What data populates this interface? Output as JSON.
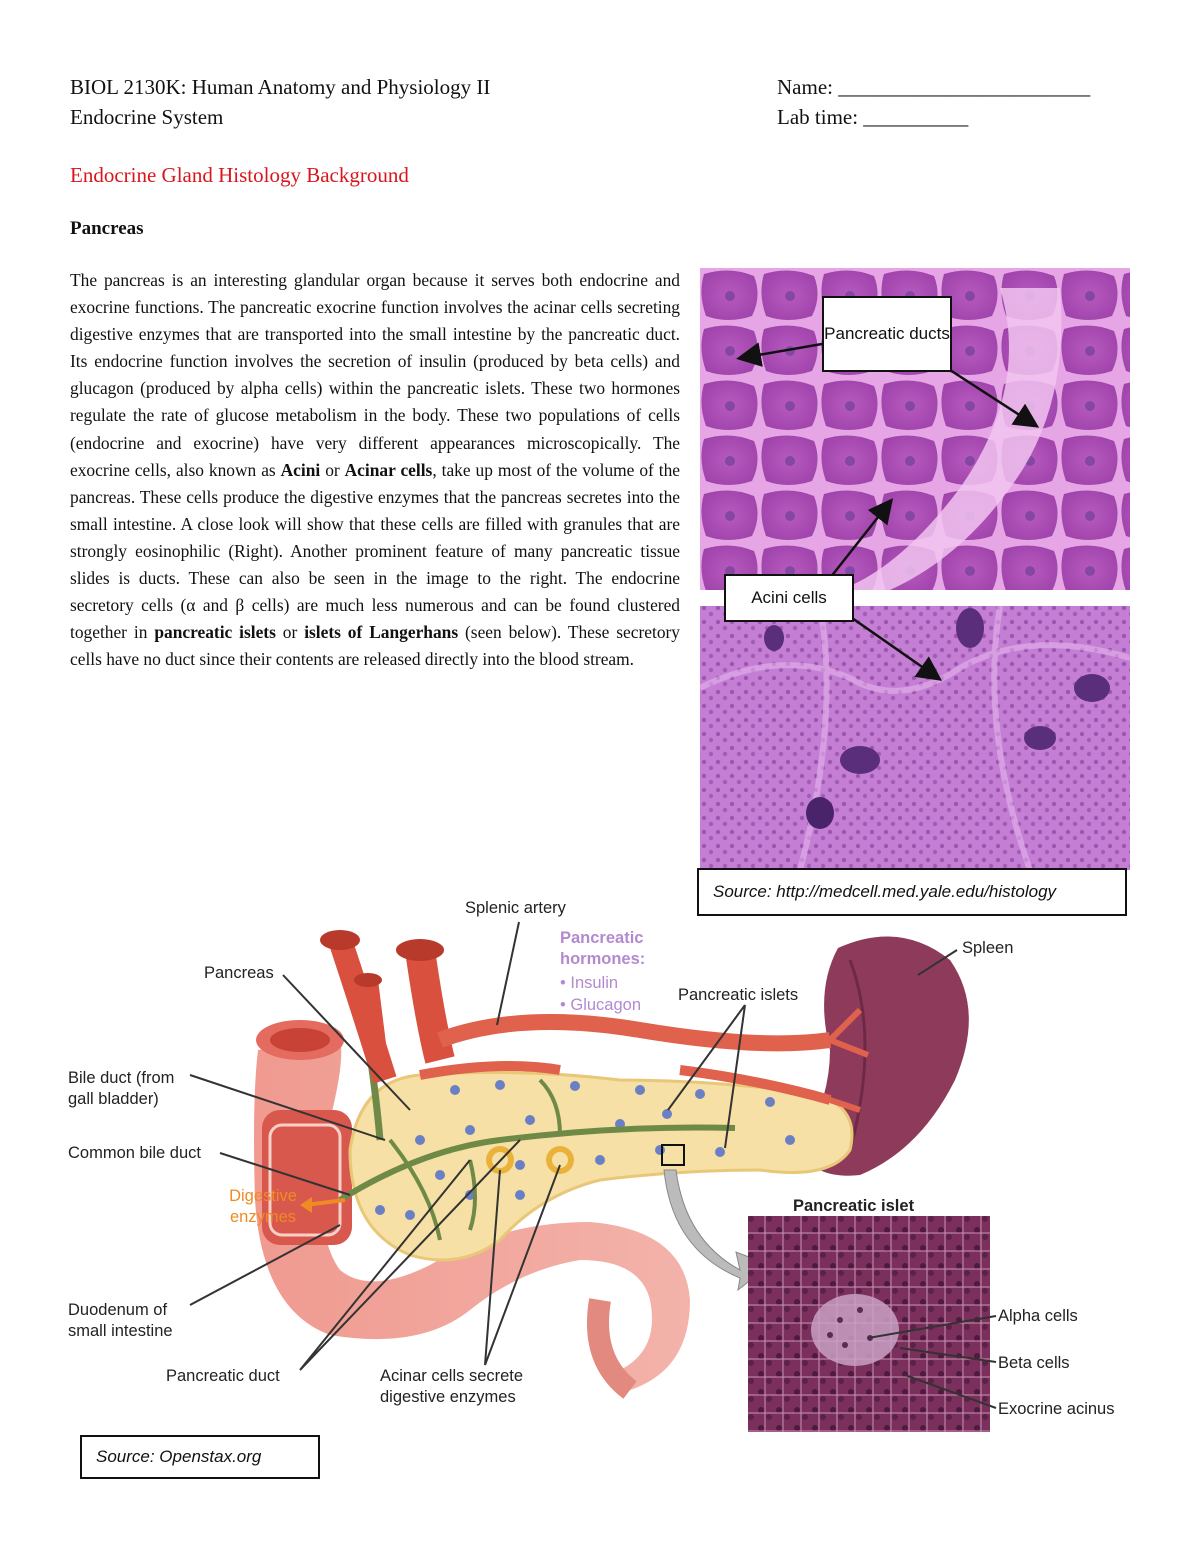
{
  "header": {
    "course": "BIOL 2130K: Human Anatomy and Physiology II",
    "unit": "Endocrine System",
    "name_field": "Name: ________________________",
    "lab_field": "Lab time: __________"
  },
  "section_title": "Endocrine Gland Histology Background",
  "subsection_title": "Pancreas",
  "body": {
    "s1": "The pancreas is an interesting glandular organ because it serves both endocrine and exocrine functions. The pancreatic exocrine function involves the acinar cells secreting digestive enzymes that are transported into the small intestine by the pancreatic duct. Its endocrine function involves the secretion of insulin (produced by beta cells) and glucagon (produced by alpha cells) within the pancreatic islets. These two hormones regulate the rate of glucose metabolism in the body. These two populations of cells (endocrine and exocrine) have very different appearances microscopically. The exocrine cells, also known as ",
    "b1": "Acini",
    "s2": " or ",
    "b2": "Acinar cells",
    "s3": ", take up most of the volume of the pancreas. These cells produce the digestive enzymes that the pancreas secretes into the small intestine.  A close look will show that these cells are filled with granules that are strongly eosinophilic (Right). Another prominent feature of many pancreatic tissue slides is ducts. These can also be seen in the image to the right. The endocrine secretory cells (α and β cells) are much less numerous and can be found clustered together in ",
    "b3": "pancreatic islets",
    "s4": " or ",
    "b4": "islets of Langerhans",
    "s5": " (seen below). These secretory cells have no duct since their contents are released directly into the blood stream."
  },
  "histology": {
    "callout_ducts": "Pancreatic ducts",
    "callout_acini": "Acini cells",
    "source": "Source: http://medcell.med.yale.edu/histology"
  },
  "diagram": {
    "splenic_artery": "Splenic artery",
    "hormones_title": "Pancreatic hormones:",
    "hormone_1": "• Insulin",
    "hormone_2": "• Glucagon",
    "spleen": "Spleen",
    "pancreas": "Pancreas",
    "pancreatic_islets": "Pancreatic islets",
    "bile_duct": "Bile duct (from gall bladder)",
    "common_bile_duct": "Common bile duct",
    "digestive_enzymes": "Digestive enzymes",
    "duodenum": "Duodenum of small intestine",
    "pancreatic_duct": "Pancreatic duct",
    "acinar_cells": "Acinar cells secrete digestive enzymes",
    "pancreatic_islet": "Pancreatic islet",
    "alpha_cells": "Alpha cells",
    "beta_cells": "Beta cells",
    "exocrine_acinus": "Exocrine acinus",
    "source": "Source: Openstax.org"
  },
  "colors": {
    "heading_red": "#d9161c",
    "hormone_purple": "#b38ad0",
    "enzyme_orange": "#f08a24"
  }
}
